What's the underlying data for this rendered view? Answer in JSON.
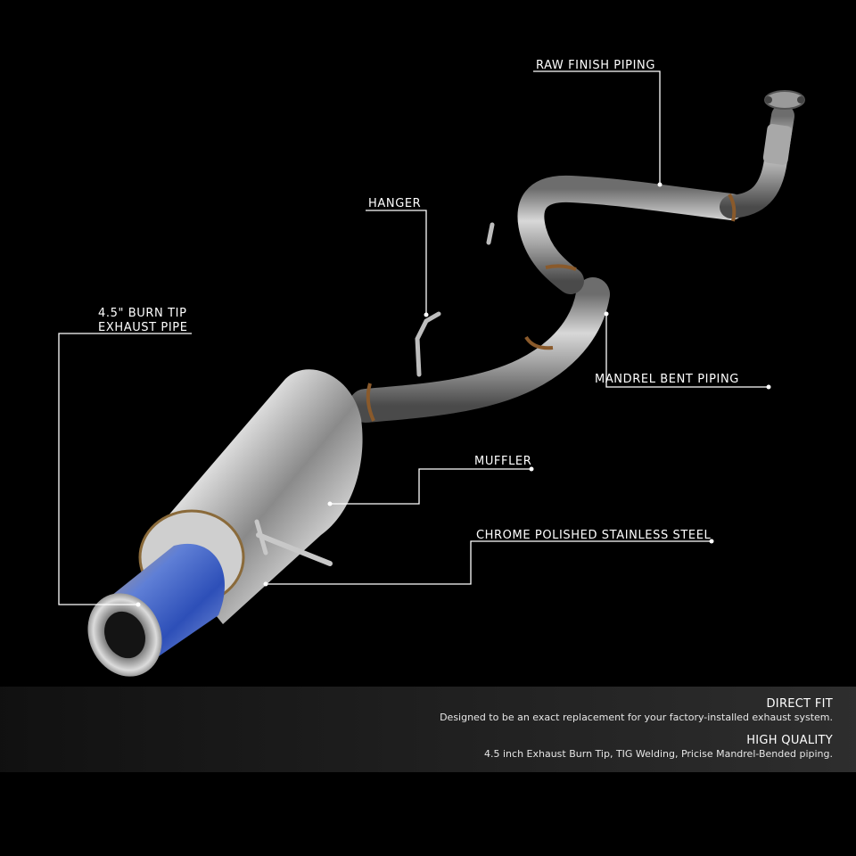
{
  "callouts": {
    "raw_finish": "RAW FINISH PIPING",
    "hanger": "HANGER",
    "burn_tip_line1": "4.5\" BURN TIP",
    "burn_tip_line2": "EXHAUST PIPE",
    "mandrel": "MANDREL BENT PIPING",
    "muffler": "MUFFLER",
    "chrome": "CHROME POLISHED STAINLESS STEEL"
  },
  "features": [
    {
      "title": "DIRECT FIT",
      "desc": "Designed to be an exact replacement for your factory-installed exhaust system."
    },
    {
      "title": "HIGH QUALITY",
      "desc": "4.5 inch Exhaust Burn Tip, TIG Welding, Pricise Mandrel-Bended piping."
    }
  ],
  "colors": {
    "background": "#000000",
    "callout_line": "#ffffff",
    "steel": "#b9b9b9",
    "burn_tip": "#3f63c9"
  }
}
